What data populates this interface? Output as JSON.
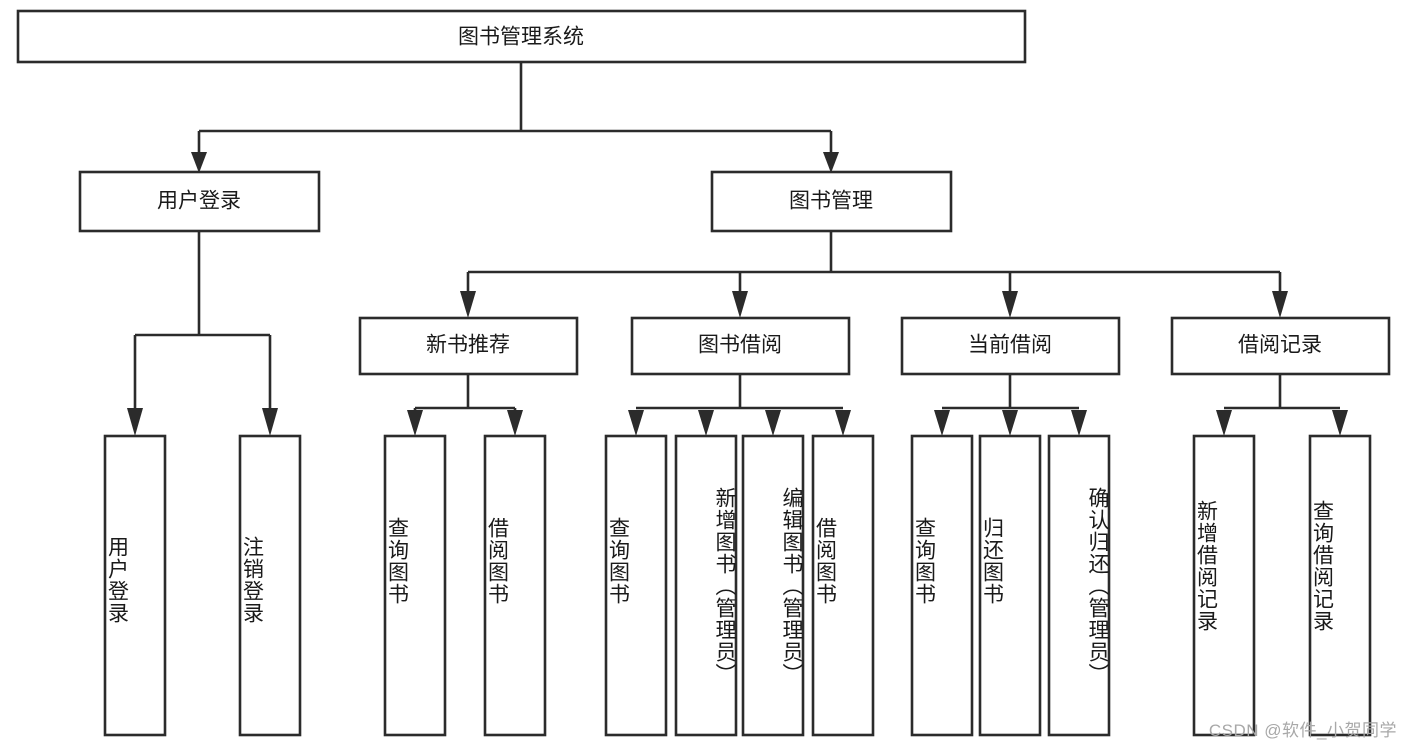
{
  "diagram": {
    "title": "图书管理系统",
    "watermark": "CSDN @软件_小贺同学",
    "colors": {
      "stroke": "#2b2b2b",
      "fill": "#ffffff",
      "text": "#1a1a1a",
      "watermark": "#a8a8a8",
      "background": "#ffffff"
    },
    "levels": {
      "root": "图书管理系统",
      "level2": [
        "用户登录",
        "图书管理"
      ],
      "level3": [
        "新书推荐",
        "图书借阅",
        "当前借阅",
        "借阅记录"
      ]
    },
    "nodes": {
      "root": {
        "label": "图书管理系统"
      },
      "user_login": {
        "label": "用户登录"
      },
      "book_manage": {
        "label": "图书管理"
      },
      "new_book_rec": {
        "label": "新书推荐"
      },
      "book_borrow": {
        "label": "图书借阅"
      },
      "current_borrow": {
        "label": "当前借阅"
      },
      "borrow_record": {
        "label": "借阅记录"
      },
      "leaf_01": {
        "label": "用户登录"
      },
      "leaf_02": {
        "label": "注销登录"
      },
      "leaf_03": {
        "label": "查询图书"
      },
      "leaf_04": {
        "label": "借阅图书"
      },
      "leaf_05": {
        "label": "查询图书"
      },
      "leaf_06": {
        "label": "新增图书（管理员）"
      },
      "leaf_07": {
        "label": "编辑图书（管理员）"
      },
      "leaf_08": {
        "label": "借阅图书"
      },
      "leaf_09": {
        "label": "查询图书"
      },
      "leaf_10": {
        "label": "归还图书"
      },
      "leaf_11": {
        "label": "确认归还（管理员）"
      },
      "leaf_12": {
        "label": "新增借阅记录"
      },
      "leaf_13": {
        "label": "查询借阅记录"
      }
    },
    "tree": [
      {
        "label": "图书管理系统",
        "children": [
          {
            "label": "用户登录",
            "children": [
              {
                "label": "用户登录"
              },
              {
                "label": "注销登录"
              }
            ]
          },
          {
            "label": "图书管理",
            "children": [
              {
                "label": "新书推荐",
                "children": [
                  {
                    "label": "查询图书"
                  },
                  {
                    "label": "借阅图书"
                  }
                ]
              },
              {
                "label": "图书借阅",
                "children": [
                  {
                    "label": "查询图书"
                  },
                  {
                    "label": "新增图书（管理员）"
                  },
                  {
                    "label": "编辑图书（管理员）"
                  },
                  {
                    "label": "借阅图书"
                  }
                ]
              },
              {
                "label": "当前借阅",
                "children": [
                  {
                    "label": "查询图书"
                  },
                  {
                    "label": "归还图书"
                  },
                  {
                    "label": "确认归还（管理员）"
                  }
                ]
              },
              {
                "label": "借阅记录",
                "children": [
                  {
                    "label": "新增借阅记录"
                  },
                  {
                    "label": "查询借阅记录"
                  }
                ]
              }
            ]
          }
        ]
      }
    ]
  }
}
